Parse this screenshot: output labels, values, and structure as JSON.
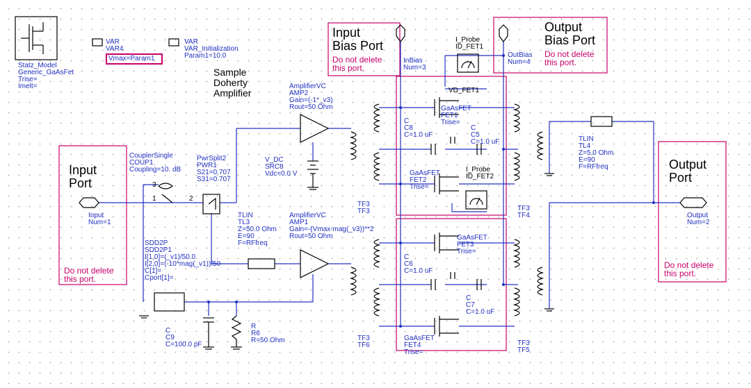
{
  "sections": {
    "input_port": [
      "Input",
      "Port"
    ],
    "output_port": [
      "Output",
      "Port"
    ],
    "input_bias_port": [
      "Input",
      "Bias Port"
    ],
    "output_bias_port": [
      "Output",
      "Bias Port"
    ],
    "sample": [
      "Sample",
      "Doherty",
      "Amplifier"
    ],
    "do_not_delete": [
      "Do not delete",
      "this port."
    ]
  },
  "components": {
    "statz_model": [
      "Statz_Model",
      "Generic_GaAsFet",
      "Trise=",
      "Imelt="
    ],
    "var4": [
      "VAR",
      "VAR4"
    ],
    "var4_expr": "Vmax=Param1",
    "var_init": [
      "VAR",
      "VAR_Initialization",
      "Param1=10.0"
    ],
    "coupler": [
      "CouplerSingle",
      "COUP1",
      "Coupling=10. dB"
    ],
    "pwr_split": [
      "PwrSplit2",
      "PWR1",
      "S21=0.707",
      "S31=0.707"
    ],
    "amp2": [
      "AmplifierVC",
      "AMP2",
      "Gain=(-1*_v3)",
      "Rout=50 Ohm"
    ],
    "amp1": [
      "AmplifierVC",
      "AMP1",
      "Gain=-(Vmax-mag(_v3))**2",
      "Rout=50 Ohm"
    ],
    "v_dc": [
      "V_DC",
      "SRC8",
      "Vdc=0.0 V"
    ],
    "tlin3": [
      "TLIN",
      "TL3",
      "Z=50.0 Ohm",
      "E=90",
      "F=RFfreq"
    ],
    "tlin4": [
      "TLIN",
      "TL4",
      "Z=5.0 Ohm",
      "E=90",
      "F=RFfreq"
    ],
    "sdd2p": [
      "SDD2P",
      "SDD2P1",
      "I[1,0]=(_v1)/50.0",
      "I[2,0]=(-10*mag(_v1))/50",
      "C[1]=",
      "Cport[1]="
    ],
    "c9": [
      "C",
      "C9",
      "C=100.0 pF"
    ],
    "r6": [
      "R",
      "R6",
      "R=50 Ohm"
    ],
    "c8": [
      "C",
      "C8",
      "C=1.0 uF"
    ],
    "c5": [
      "C",
      "C5",
      "C=1.0 uF"
    ],
    "c6": [
      "C",
      "C6",
      "C=1.0 uF"
    ],
    "c7": [
      "C",
      "C7",
      "C=1.0 uF"
    ],
    "fet1": [
      "GaAsFET",
      "FET1",
      "Trise="
    ],
    "fet2": [
      "GaAsFET",
      "FET2",
      "Trise="
    ],
    "fet3": [
      "GaAsFET",
      "FET3",
      "Trise="
    ],
    "fet4": [
      "GaAsFET",
      "FET4",
      "Trise="
    ],
    "vd_fet1": "VD_FET1",
    "probe1": [
      "I_Probe",
      "ID_FET1"
    ],
    "probe2": [
      "I_Probe",
      "ID_FET2"
    ],
    "inbias": [
      "InBias",
      "Num=3"
    ],
    "outbias": [
      "OutBias",
      "Num=4"
    ],
    "port_input": [
      "Input",
      "Num=1"
    ],
    "port_output": [
      "Output",
      "Num=2"
    ],
    "tf3a": [
      "TF3",
      "TF3"
    ],
    "tf3b": [
      "TF3",
      "TF6"
    ],
    "tf4": [
      "TF3",
      "TF4"
    ],
    "tf5": [
      "TF3",
      "TF5"
    ],
    "coupler_pins": [
      "3",
      "1",
      "2"
    ]
  },
  "colors": {
    "wire": "#2030c0",
    "note": "#c8006a",
    "component": "#000000"
  }
}
